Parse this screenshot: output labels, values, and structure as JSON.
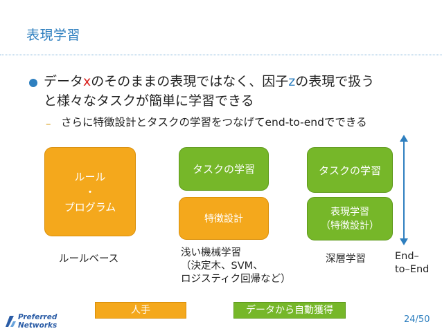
{
  "slide": {
    "title": "表現学習",
    "bullet1_a": "データ",
    "bullet1_x": "x",
    "bullet1_b": "のそのままの表現ではなく、因子",
    "bullet1_z": "z",
    "bullet1_c": "の表現で扱う",
    "bullet1_line2": "と様々なタスクが簡単に学習できる",
    "sub_dash": "–",
    "sub_bullet": "さらに特徴設計とタスクの学習をつなげてend-to-endでできる",
    "page_number": "24/50"
  },
  "diagram": {
    "rule_box_line1": "ルール",
    "rule_box_line2": "・",
    "rule_box_line3": "プログラム",
    "task_box_1": "タスクの学習",
    "feature_box": "特徴設計",
    "task_box_2": "タスクの学習",
    "rep_box_line1": "表現学習",
    "rep_box_line2": "（特徴設計）",
    "caption_rule": "ルールベース",
    "caption_ml_line1": "浅い機械学習",
    "caption_ml_line2": "（決定木、SVM、",
    "caption_ml_line3": "ロジスティク回帰など）",
    "caption_deep": "深層学習",
    "end_to_end_line1": "End–",
    "end_to_end_line2": "to–End"
  },
  "legend": {
    "manual": "人手",
    "auto": "データから自動獲得"
  },
  "logo": {
    "line1": "Preferred",
    "line2": "Networks"
  },
  "colors": {
    "accent_blue": "#2e7fbf",
    "orange": "#f4a81c",
    "green": "#76b729",
    "highlight_red": "#d9231f"
  }
}
